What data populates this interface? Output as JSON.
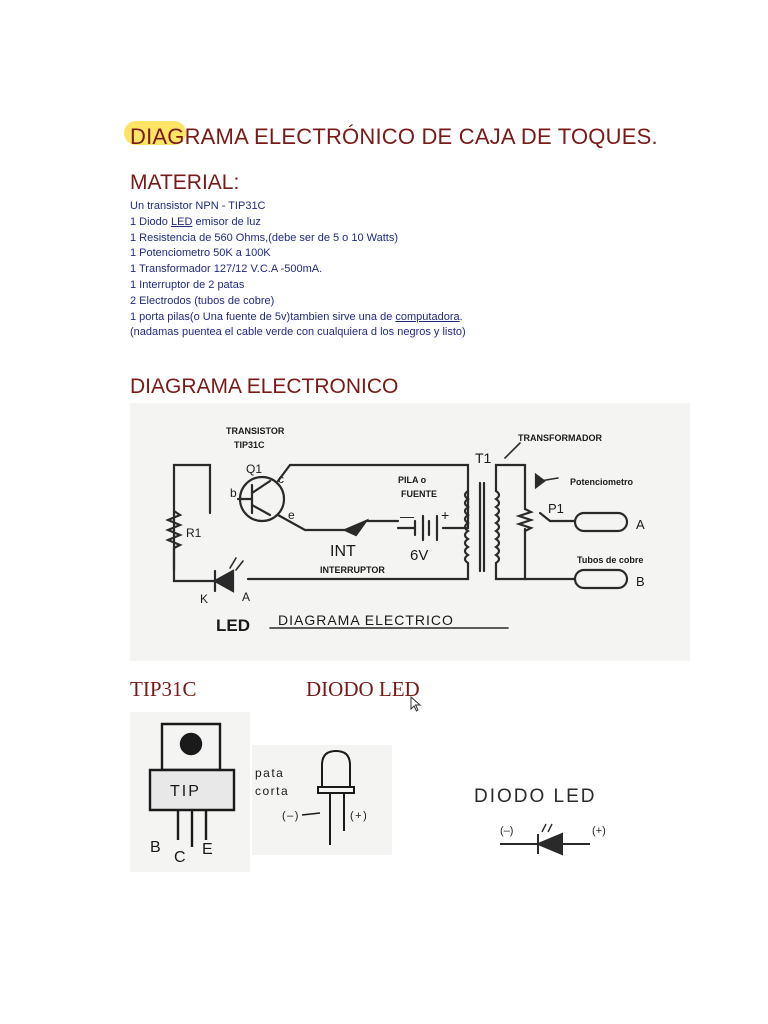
{
  "title": {
    "part1": "DIAGRAMA  ELECTRÓNICO DE CAJA DE TOQUES."
  },
  "material": {
    "heading": "MATERIAL:",
    "items": [
      "Un transistor NPN - TIP31C",
      "1 Diodo ",
      "LED",
      " emisor de luz",
      "1 Resistencia de 560 Ohms,(debe ser de 5 o 10 Watts)",
      "1 Potenciometro 50K a 100K",
      "1 Transformador 127/12 V.C.A -500mA.",
      "1 Interruptor de 2 patas",
      "2 Electrodos (tubos de cobre)",
      "1 porta pilas(o Una fuente de 5v)tambien sirve una de ",
      "computadora",
      ".",
      "(nadamas puentea el cable verde con cualquiera d los negros y listo)"
    ]
  },
  "diagram_section": {
    "heading": "DIAGRAMA ELECTRONICO",
    "labels": {
      "transistor": "TRANSISTOR",
      "tip31c": "TIP31C",
      "q1": "Q1",
      "b": "b",
      "c": "c",
      "e": "e",
      "r1": "R1",
      "pila": "PILA o",
      "fuente": "FUENTE",
      "plus": "+",
      "minus": "—",
      "int": "INT",
      "six_v": "6V",
      "interruptor": "INTERRUPTOR",
      "t1": "T1",
      "transformador": "TRANSFORMADOR",
      "potenciometro": "Potenciometro",
      "p1": "P1",
      "a": "A",
      "b_tube": "B",
      "tubos": "Tubos de cobre",
      "k": "K",
      "a_led": "A",
      "led": "LED",
      "diagrama_electrico": "DIAGRAMA   ELECTRICO"
    }
  },
  "components": {
    "tip_heading": "TIP31C",
    "led_heading": "DIODO LED",
    "tip_body": "TIP",
    "pins": [
      "B",
      "C",
      "E"
    ],
    "pata": "pata",
    "corta": "corta",
    "minus": "(–)",
    "plus": "(+)",
    "diodo_led_label": "DIODO  LED",
    "sym_minus": "(–)",
    "sym_plus": "(+)"
  },
  "colors": {
    "heading": "#7a1a16",
    "body_text": "#1f2a80",
    "highlight": "#fbe04a"
  }
}
